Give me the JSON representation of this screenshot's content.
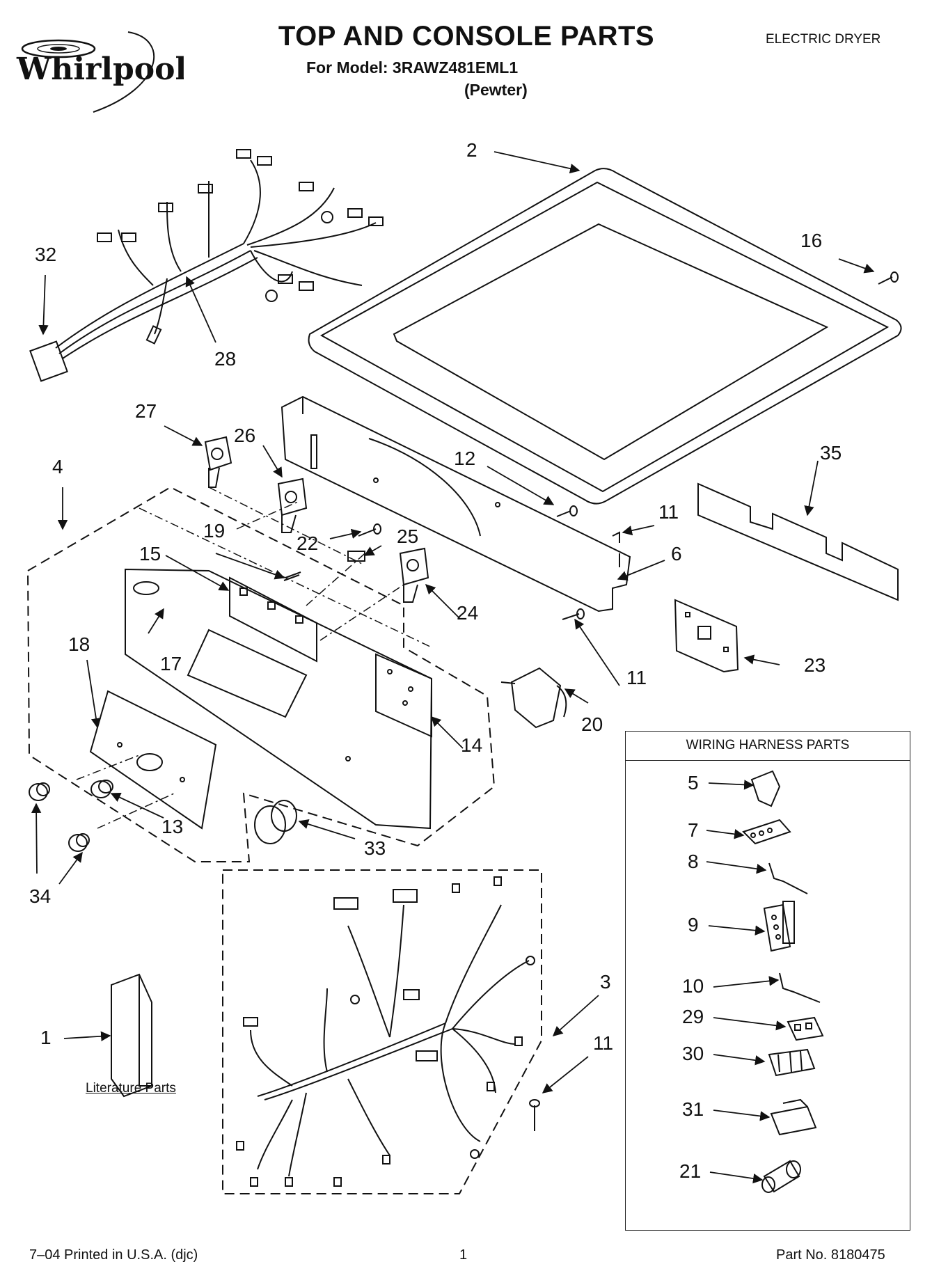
{
  "header": {
    "brand": "Whirlpool",
    "title": "TOP AND CONSOLE PARTS",
    "model_line": "For Model: 3RAWZ481EML1",
    "color_line": "(Pewter)",
    "category": "ELECTRIC DRYER"
  },
  "harness_box": {
    "title": "WIRING HARNESS PARTS"
  },
  "literature": {
    "label": "Literature Parts"
  },
  "callouts": {
    "c1": "1",
    "c2": "2",
    "c3": "3",
    "c4": "4",
    "c5": "5",
    "c6": "6",
    "c7": "7",
    "c8": "8",
    "c9": "9",
    "c10": "10",
    "c11a": "11",
    "c11b": "11",
    "c11c": "11",
    "c12": "12",
    "c13": "13",
    "c14": "14",
    "c15": "15",
    "c16": "16",
    "c17": "17",
    "c18": "18",
    "c19": "19",
    "c20": "20",
    "c21": "21",
    "c22": "22",
    "c23": "23",
    "c24": "24",
    "c25": "25",
    "c26": "26",
    "c27": "27",
    "c28": "28",
    "c29": "29",
    "c30": "30",
    "c31": "31",
    "c32": "32",
    "c33": "33",
    "c34": "34",
    "c35": "35"
  },
  "footer": {
    "left": "7–04 Printed in U.S.A. (djc)",
    "page": "1",
    "part_no": "Part No. 8180475"
  }
}
